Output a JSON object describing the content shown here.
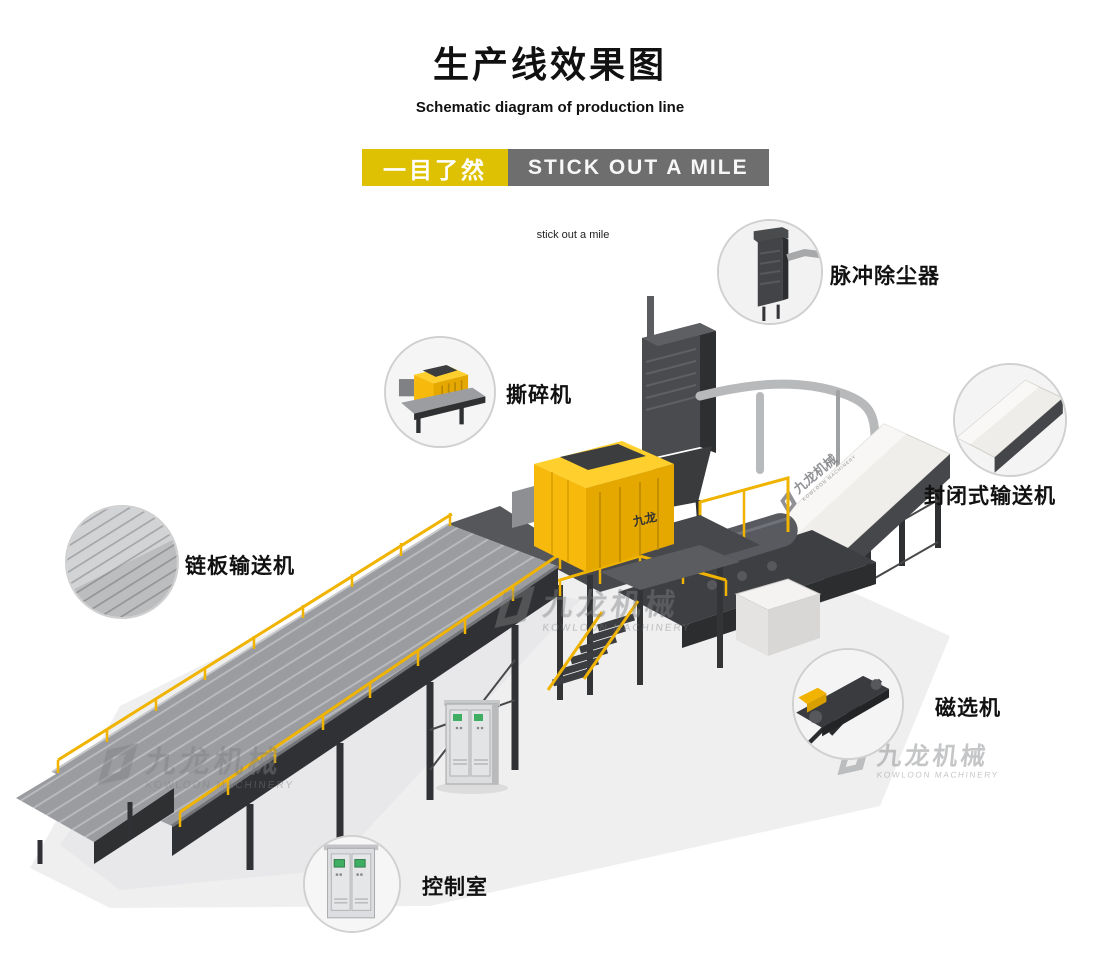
{
  "header": {
    "title": "生产线效果图",
    "subtitle": "Schematic diagram of production line",
    "banner_cn": "一目了然",
    "banner_en": "STICK OUT A MILE",
    "tagline": "stick out a mile"
  },
  "callouts": [
    {
      "id": "pulse-dust-collector",
      "label": "脉冲除尘器"
    },
    {
      "id": "shredder",
      "label": "撕碎机"
    },
    {
      "id": "enclosed-conveyor",
      "label": "封闭式输送机"
    },
    {
      "id": "chain-plate-conveyor",
      "label": "链板输送机"
    },
    {
      "id": "magnetic-separator",
      "label": "磁选机"
    },
    {
      "id": "control-room",
      "label": "控制室"
    }
  ],
  "watermark": {
    "cn": "九龙机械",
    "en": "KOWLOON MACHINERY"
  },
  "machine_label": "九龙",
  "colors": {
    "accent_yellow": "#dfc104",
    "rail_yellow": "#f0b300",
    "banner_gray": "#6e6e6e",
    "machinery_dark": "#3a3b3d"
  }
}
